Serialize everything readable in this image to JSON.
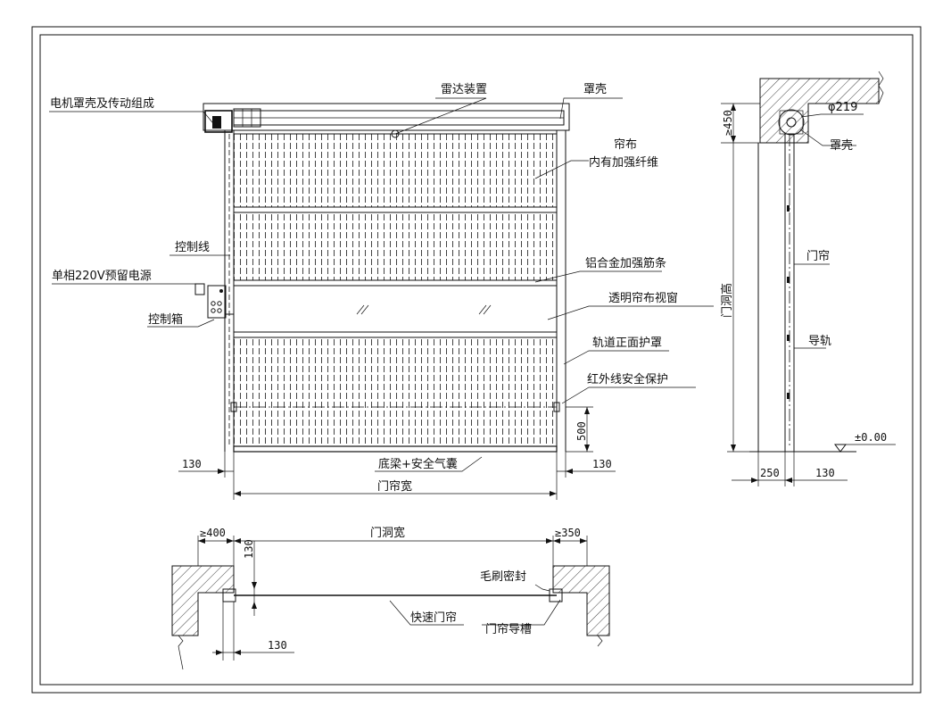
{
  "front_view": {
    "labels": {
      "motor_cover": "电机罩壳及传动组成",
      "radar": "雷达装置",
      "housing": "罩壳",
      "curtain_line1": "帘布",
      "curtain_line2": "内有加强纤维",
      "control_line": "控制线",
      "power": "单相220V预留电源",
      "control_box": "控制箱",
      "aluminum_rib": "铝合金加强筋条",
      "window": "透明帘布视窗",
      "track_cover": "轨道正面护罩",
      "infrared": "红外线安全保护",
      "bottom_beam": "底梁+安全气囊",
      "curtain_width": "门帘宽"
    },
    "dims": {
      "left_130": "130",
      "right_130": "130",
      "height_500": "500"
    }
  },
  "side_view": {
    "labels": {
      "diameter": "φ219",
      "housing": "罩壳",
      "curtain": "门帘",
      "guide_rail": "导轨",
      "opening_height": "门洞高",
      "level": "±0.00"
    },
    "dims": {
      "top_450": "≥450",
      "bottom_250": "250",
      "bottom_130": "130"
    }
  },
  "plan_view": {
    "labels": {
      "opening_width": "门洞宽",
      "brush_seal": "毛刷密封",
      "fast_door": "快速门帘",
      "guide_groove": "门帘导槽"
    },
    "dims": {
      "left_400": "≥400",
      "right_350": "≥350",
      "vert_130": "130",
      "bottom_130": "130"
    }
  }
}
